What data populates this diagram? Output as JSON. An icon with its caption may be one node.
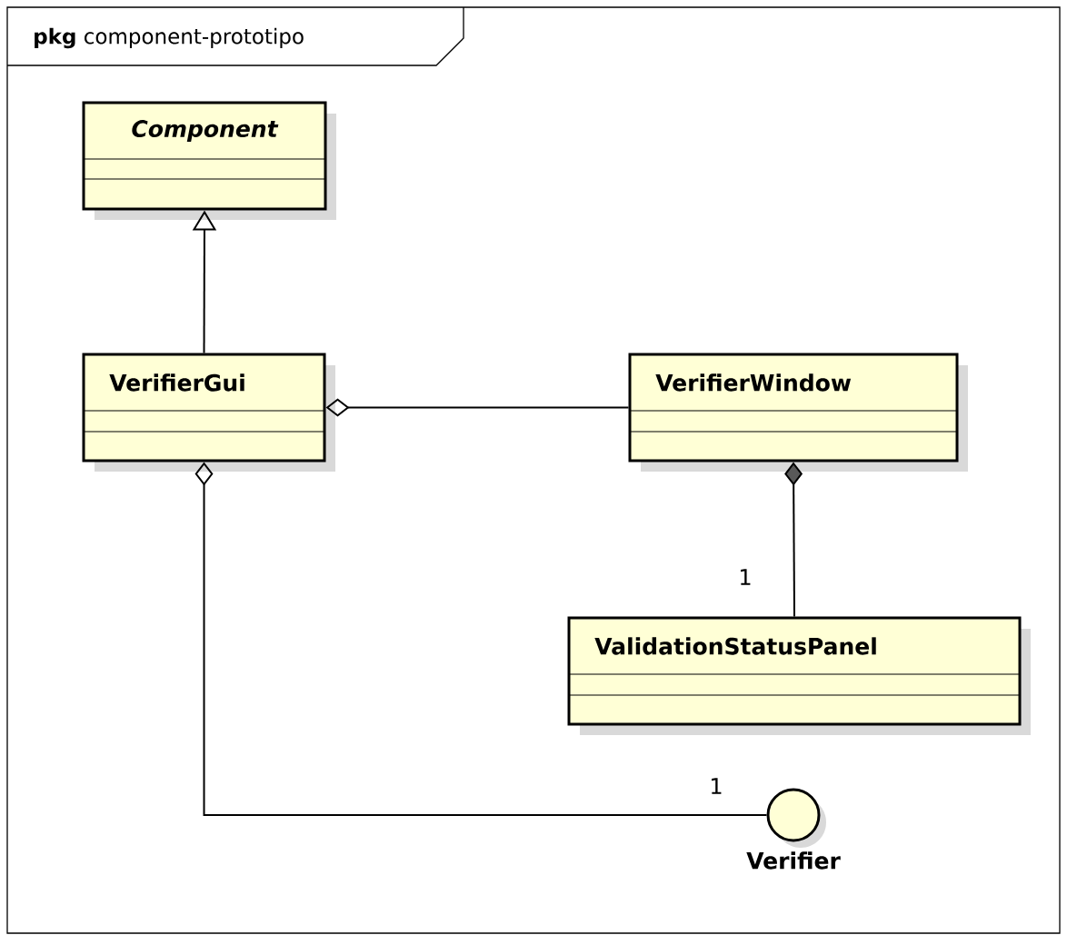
{
  "diagram": {
    "nodes": [
      {
        "text": [
          "**pkg** component-prototipo"
        ]
      },
      {
        "text": [
          "Component"
        ],
        "in": 0
      },
      {
        "text": [
          "VerifierGui"
        ],
        "in": 0
      },
      {
        "text": [
          "VerifierWindow"
        ],
        "in": 0
      },
      {
        "text": [
          "ValidationStatusPanel"
        ],
        "in": 0
      },
      {
        "text": [
          "Verifier"
        ],
        "in": 0
      }
    ],
    "edges": [
      {
        "from": 2,
        "to": 1,
        "arrow": "to"
      },
      {
        "from": 2,
        "to": 3,
        "arrow": "other"
      },
      {
        "from": 3,
        "to": 4,
        "arrow": "other",
        "label": "1"
      },
      {
        "from": 2,
        "to": 5,
        "arrow": "other",
        "label": "1"
      }
    ]
  }
}
